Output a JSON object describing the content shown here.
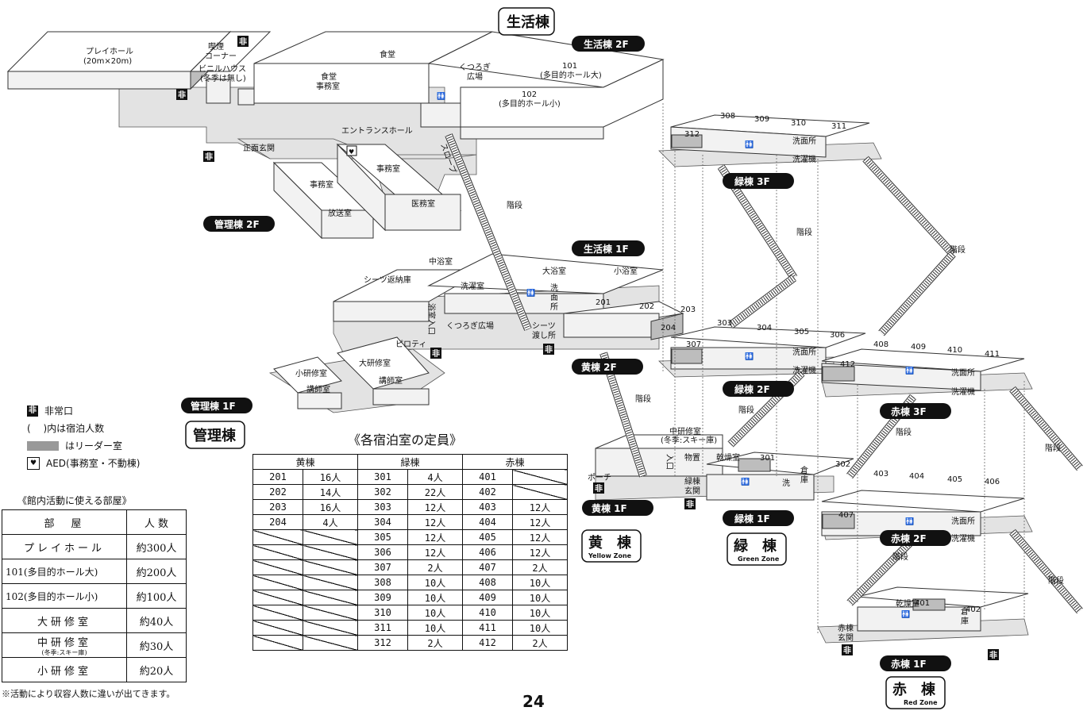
{
  "buildings": {
    "life": {
      "title": "生活棟",
      "f2": "生活棟 2F",
      "f1": "生活棟 1F"
    },
    "admin": {
      "title": "管理棟",
      "f2": "管理棟 2F",
      "f1": "管理棟 1F"
    },
    "yellow": {
      "title": "黄　棟",
      "en": "Yellow Zone",
      "f2": "黄棟 2F",
      "f1": "黄棟 1F"
    },
    "green": {
      "title": "緑　棟",
      "en": "Green Zone",
      "f3": "緑棟 3F",
      "f2": "緑棟 2F",
      "f1": "緑棟 1F"
    },
    "red": {
      "title": "赤　棟",
      "en": "Red Zone",
      "f3": "赤棟 3F",
      "f2": "赤棟 2F",
      "f1": "赤棟 1F"
    }
  },
  "map_labels": {
    "playhall": "プレイホール",
    "playhall_size": "(20m×20m)",
    "smoking1": "喫煙",
    "smoking2": "コーナー",
    "vinyl": "ビニルハウス",
    "vinyl_note": "(冬季は無し)",
    "dining": "食堂",
    "dining_office1": "食堂",
    "dining_office2": "事務室",
    "kutsurogi_2f1": "くつろぎ",
    "kutsurogi_2f2": "広場",
    "hall101": "101",
    "hall101_name": "(多目的ホール大)",
    "hall102": "102",
    "hall102_name": "(多目的ホール小)",
    "entrance_hall": "エントランスホール",
    "front_entrance": "正面玄関",
    "office_a": "事務室",
    "office_b": "事務室",
    "broadcast": "放送室",
    "medical": "医務室",
    "slope": "スロープ",
    "stairs": "階段",
    "naka_bath": "中浴室",
    "sheets_return": "シーツ返納庫",
    "laundry_room": "洗濯室",
    "bath_entrance": "浴室入口",
    "kutsurogi_1f": "くつろぎ広場",
    "piloti": "ピロティ",
    "big_bath": "大浴室",
    "small_bath": "小浴室",
    "washroom1": "洗",
    "washroom2": "面",
    "washroom3": "所",
    "sheets_pass1": "シーツ",
    "sheets_pass2": "渡し所",
    "small_training": "小研修室",
    "big_training": "大研修室",
    "lecturer1": "講師室",
    "lecturer2": "講師室",
    "mid_training1": "中研修室",
    "mid_training2": "(冬季:スキー庫)",
    "porch": "ポーチ",
    "storage": "物置",
    "entry": "入口",
    "drying": "乾燥室",
    "green_entrance1": "緑棟",
    "green_entrance2": "玄関",
    "red_entrance1": "赤棟",
    "red_entrance2": "玄関",
    "washroom_h": "洗面所",
    "washer": "洗濯機",
    "warehouse1": "倉",
    "warehouse2": "庫",
    "toilet": "🚻",
    "exit": "非",
    "aed": "AED"
  },
  "room_numbers": {
    "r201": "201",
    "r202": "202",
    "r203": "203",
    "r204": "204",
    "r301": "301",
    "r302": "302",
    "r303": "303",
    "r304": "304",
    "r305": "305",
    "r306": "306",
    "r307": "307",
    "r308": "308",
    "r309": "309",
    "r310": "310",
    "r311": "311",
    "r312": "312",
    "r401": "401",
    "r402": "402",
    "r403": "403",
    "r404": "404",
    "r405": "405",
    "r406": "406",
    "r407": "407",
    "r408": "408",
    "r409": "409",
    "r410": "410",
    "r411": "411",
    "r412": "412"
  },
  "legend": {
    "exit": "非常口",
    "paren": "(　 )内は宿泊人数",
    "leader": "はリーダー室",
    "aed": "AED(事務室・不動棟)"
  },
  "rooms_table": {
    "title": "《館内活動に使える部屋》",
    "header": [
      "部　屋",
      "人 数"
    ],
    "rows": [
      {
        "name": "プレイホール",
        "sub": "",
        "count": "約300人"
      },
      {
        "name": "101(多目的ホール大)",
        "sub": "",
        "count": "約200人"
      },
      {
        "name": "102(多目的ホール小)",
        "sub": "",
        "count": "約100人"
      },
      {
        "name": "大研修室",
        "sub": "",
        "count": "約40人"
      },
      {
        "name": "中研修室",
        "sub": "(冬季:スキー庫)",
        "count": "約30人"
      },
      {
        "name": "小研修室",
        "sub": "",
        "count": "約20人"
      }
    ],
    "note": "※活動により収容人数に違いが出てきます。"
  },
  "capacity_table": {
    "title": "《各宿泊室の定員》",
    "groups": [
      "黄棟",
      "緑棟",
      "赤棟"
    ],
    "rows": [
      [
        "201",
        "16人",
        "301",
        "4人",
        "401",
        ""
      ],
      [
        "202",
        "14人",
        "302",
        "22人",
        "402",
        ""
      ],
      [
        "203",
        "16人",
        "303",
        "12人",
        "403",
        "12人"
      ],
      [
        "204",
        "4人",
        "304",
        "12人",
        "404",
        "12人"
      ],
      [
        "",
        "",
        "305",
        "12人",
        "405",
        "12人"
      ],
      [
        "",
        "",
        "306",
        "12人",
        "406",
        "12人"
      ],
      [
        "",
        "",
        "307",
        "2人",
        "407",
        "2人"
      ],
      [
        "",
        "",
        "308",
        "10人",
        "408",
        "10人"
      ],
      [
        "",
        "",
        "309",
        "10人",
        "409",
        "10人"
      ],
      [
        "",
        "",
        "310",
        "10人",
        "410",
        "10人"
      ],
      [
        "",
        "",
        "311",
        "10人",
        "411",
        "10人"
      ],
      [
        "",
        "",
        "312",
        "2人",
        "412",
        "2人"
      ]
    ]
  },
  "page_number": "24"
}
